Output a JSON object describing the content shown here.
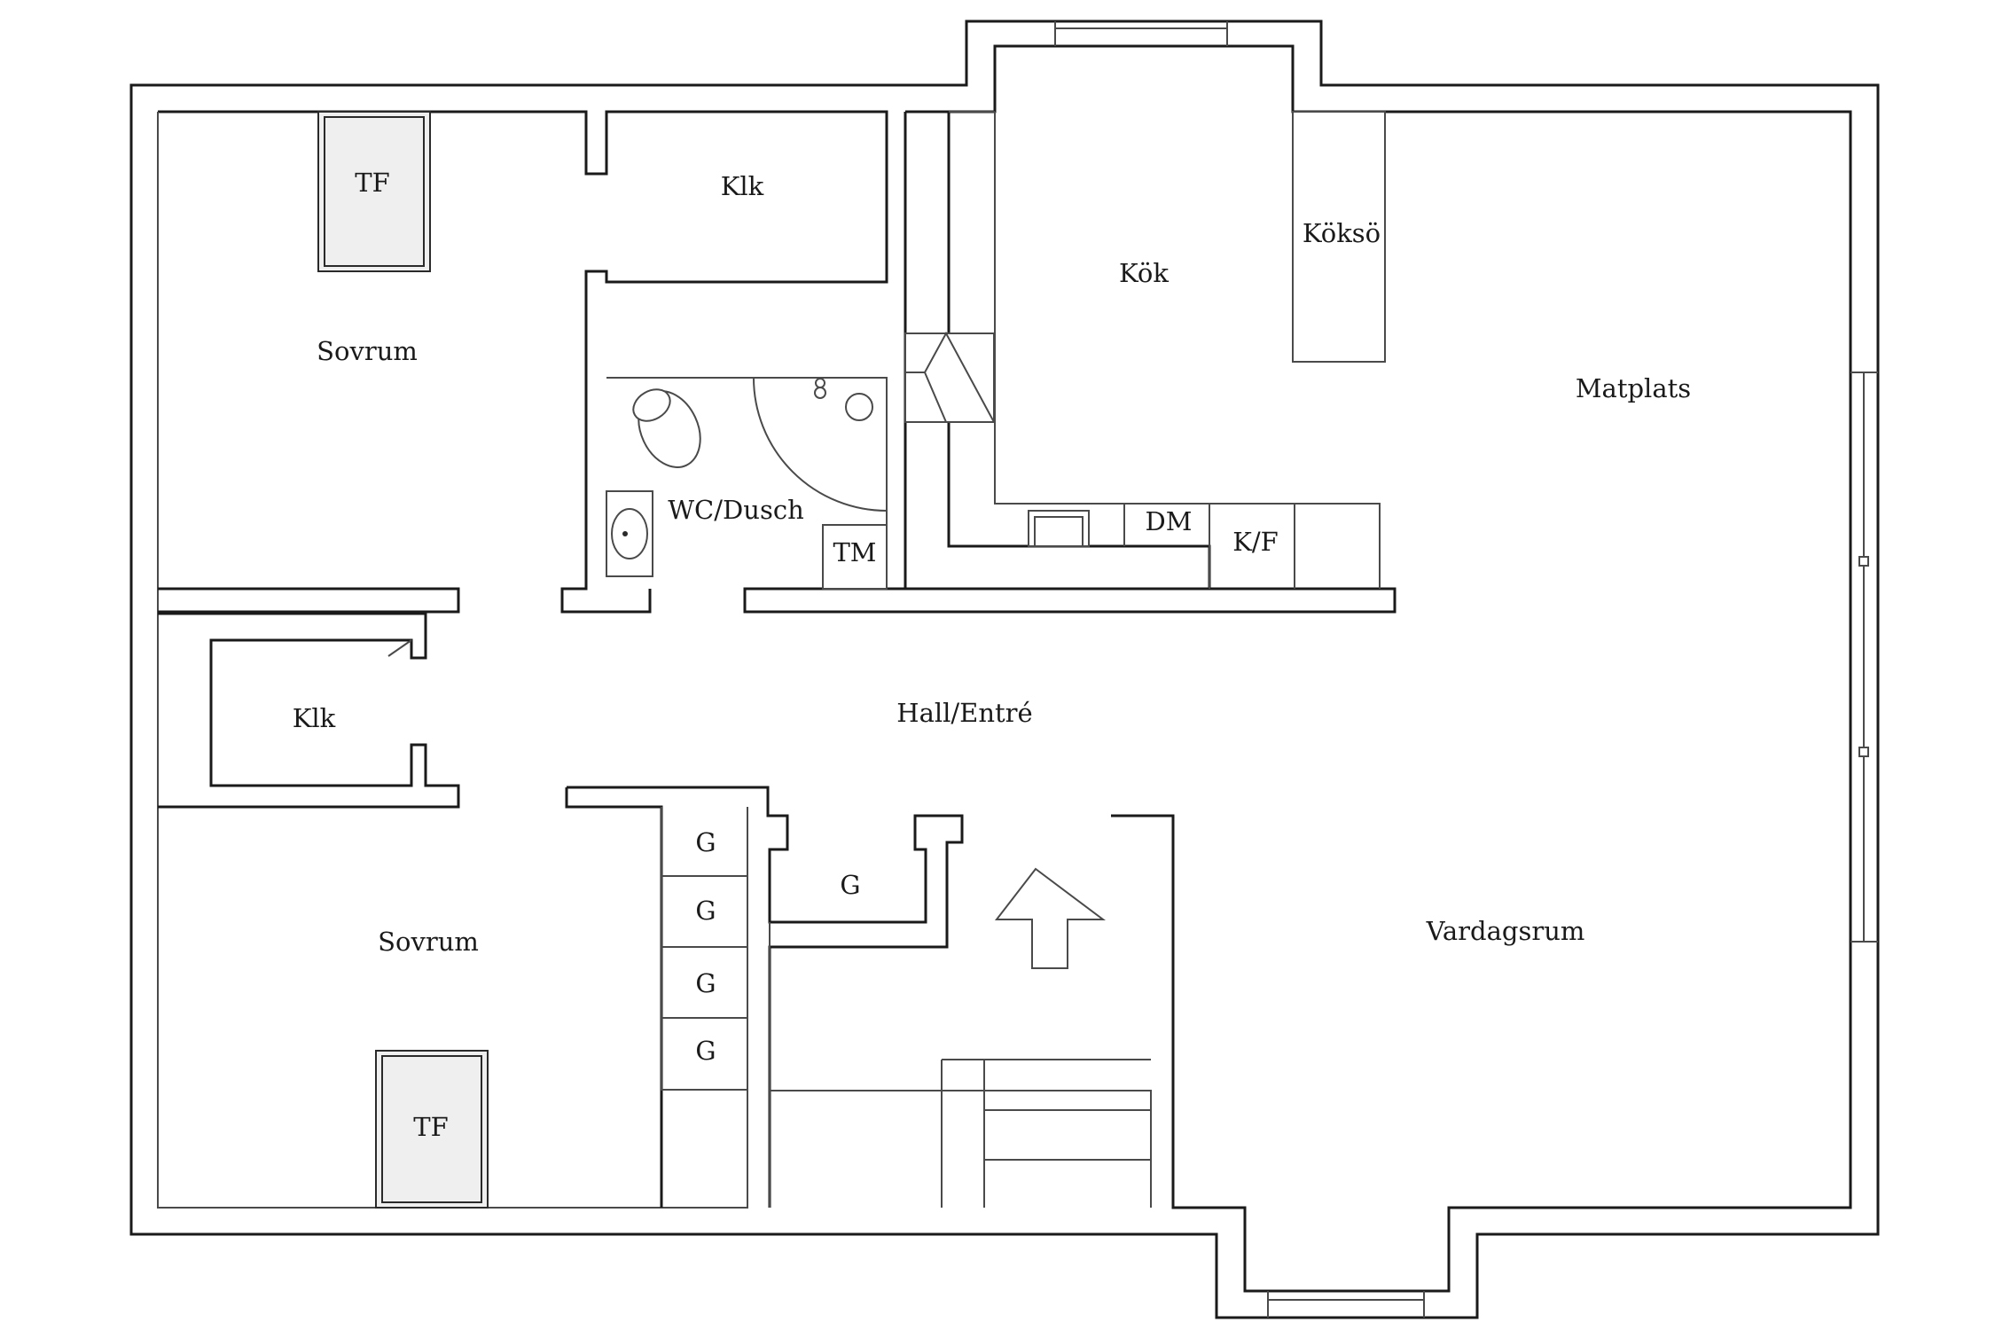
{
  "rooms": {
    "bedroom_top": "Sovrum",
    "bedroom_bottom": "Sovrum",
    "closet_top": "Klk",
    "closet_left": "Klk",
    "kitchen": "Kök",
    "kitchen_island": "Köksö",
    "dining": "Matplats",
    "bath": "WC/Dusch",
    "hall": "Hall/Entré",
    "living": "Vardagsrum"
  },
  "fixtures": {
    "wardrobe_top": "TF",
    "wardrobe_bottom": "TF",
    "washer": "TM",
    "dishwasher": "DM",
    "fridge_freezer": "K/F",
    "storage_1": "G",
    "storage_2": "G",
    "storage_3": "G",
    "storage_4": "G",
    "storage_5": "G"
  }
}
